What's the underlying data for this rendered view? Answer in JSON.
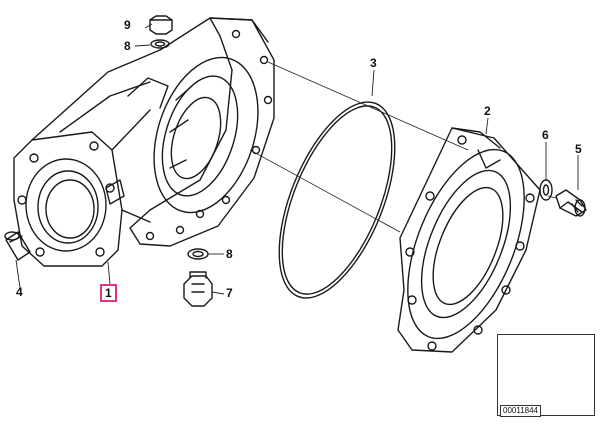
{
  "callouts": {
    "c1": "1",
    "c2": "2",
    "c3": "3",
    "c4": "4",
    "c5": "5",
    "c6": "6",
    "c7": "7",
    "c8a": "8",
    "c8b": "8",
    "c9": "9"
  },
  "highlight_color": "#e0338a",
  "thumbnail": {
    "code": "00011844"
  }
}
